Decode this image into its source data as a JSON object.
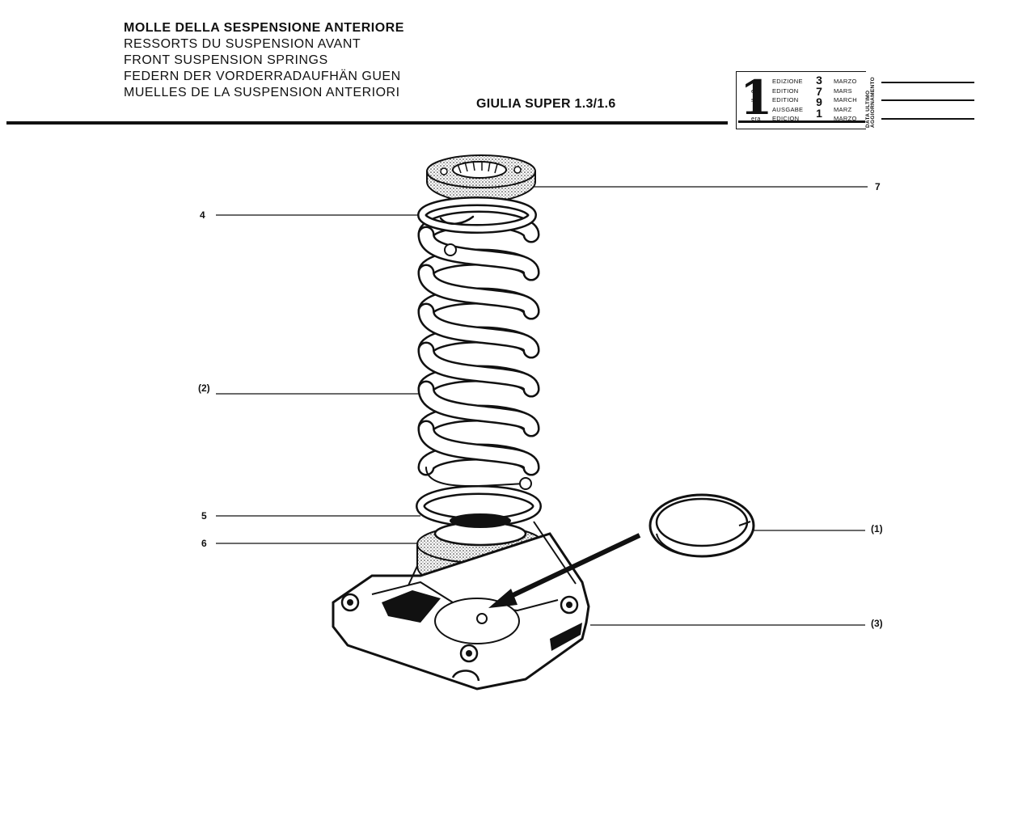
{
  "header": {
    "titles": [
      "MOLLE DELLA SESPENSIONE ANTERIORE",
      "RESSORTS DU SUSPENSION AVANT",
      "FRONT SUSPENSION SPRINGS",
      "FEDERN DER VORDERRADAUFHÄN GUEN",
      "MUELLES DE LA SUSPENSION ANTERIORI"
    ],
    "model": "GIULIA SUPER 1.3/1.6"
  },
  "edition_box": {
    "number": "1",
    "superscripts": [
      "a",
      "ere",
      "st",
      ".",
      "era"
    ],
    "editions": [
      "EDIZIONE",
      "EDITION",
      "EDITION",
      "AUSGABE",
      "EDICION"
    ],
    "year_digits": [
      "3",
      "7",
      "9",
      "1"
    ],
    "months": [
      "MARZO",
      "MARS",
      "MARCH",
      "MARZ",
      "MARZO"
    ],
    "vertical_label_1": "DATA ULTIMO",
    "vertical_label_2": "AGGIORNAMENTO"
  },
  "callouts": {
    "c7": "7",
    "c4": "4",
    "c2": "(2)",
    "c5": "5",
    "c6": "6",
    "c1": "(1)",
    "c3": "(3)"
  }
}
